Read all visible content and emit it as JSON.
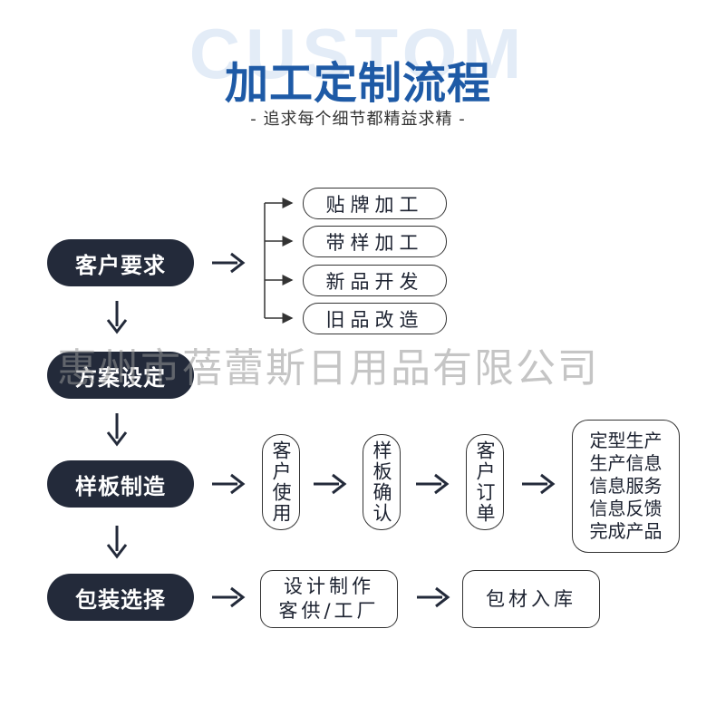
{
  "header": {
    "bg_word": "CUSTOM",
    "title": "加工定制流程",
    "subtitle": "- 追求每个细节都精益求精 -"
  },
  "watermark": "惠州市蓓蕾斯日用品有限公司",
  "steps": [
    {
      "label": "客户要求"
    },
    {
      "label": "方案设定"
    },
    {
      "label": "样板制造"
    },
    {
      "label": "包装选择"
    }
  ],
  "options": [
    "贴牌加工",
    "带样加工",
    "新品开发",
    "旧品改造"
  ],
  "sample_flow": [
    "客户使用",
    "样板确认",
    "客户订单"
  ],
  "info_lines": [
    "定型生产",
    "生产信息",
    "信息服务",
    "信息反馈",
    "完成产品"
  ],
  "package": {
    "line1": "设计制作",
    "line2": "客供/工厂",
    "store": "包材入库"
  },
  "colors": {
    "pill_bg": "#232a3a",
    "title": "#1e5aa6",
    "arrow": "#232a3a"
  }
}
